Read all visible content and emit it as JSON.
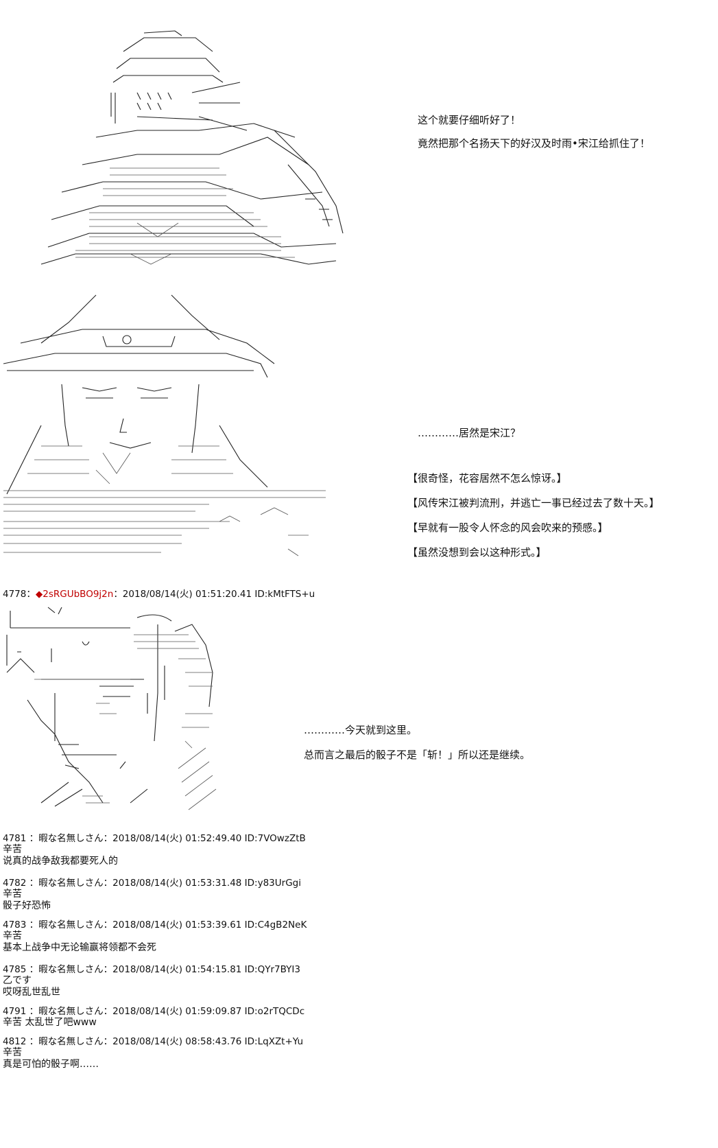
{
  "panel1": {
    "lines": [
      "这个就要仔细听好了！",
      "竟然把那个名扬天下的好汉及时雨•宋江给抓住了！"
    ]
  },
  "panel2": {
    "line_top": "…………居然是宋江？",
    "bracket_lines": [
      "【很奇怪，花容居然不怎么惊讶。】",
      "【风传宋江被判流刑，并逃亡一事已经过去了数十天。】",
      "【早就有一股令人怀念的风会吹来的预感。】",
      "【虽然没想到会以这种形式。】"
    ]
  },
  "op_post": {
    "number": "4778",
    "sep": "：",
    "trip_mark": "◆",
    "trip": "2sRGUbBO9j2n",
    "date": "：2018/08/14(火) 01:51:20.41 ID:kMtFTS+u"
  },
  "panel3": {
    "lines": [
      "…………今天就到这里。",
      "总而言之最后的骰子不是「斩！」所以还是继续。"
    ]
  },
  "replies": [
    {
      "header": "4781 ：暇な名無しさん：2018/08/14(火) 01:52:49.40 ID:7VOwzZtB",
      "lines": [
        "辛苦",
        "说真的战争敌我都要死人的"
      ]
    },
    {
      "header": "4782 ：暇な名無しさん：2018/08/14(火) 01:53:31.48 ID:y83UrGgi",
      "lines": [
        "辛苦",
        "骰子好恐怖"
      ]
    },
    {
      "header": "4783 ：暇な名無しさん：2018/08/14(火) 01:53:39.61 ID:C4gB2NeK",
      "lines": [
        "辛苦",
        "基本上战争中无论输赢将领都不会死"
      ]
    },
    {
      "header": "4785 ：暇な名無しさん：2018/08/14(火) 01:54:15.81 ID:QYr7BYI3",
      "lines": [
        "乙です",
        "哎呀乱世乱世"
      ]
    },
    {
      "header": "4791 ：暇な名無しさん：2018/08/14(火) 01:59:09.87 ID:o2rTQCDc",
      "lines": [
        "辛苦 太乱世了吧www"
      ]
    },
    {
      "header": "4812 ：暇な名無しさん：2018/08/14(火) 08:58:43.76 ID:LqXZt+Yu",
      "lines": [
        "辛苦",
        "真是可怕的骰子啊……"
      ]
    }
  ]
}
